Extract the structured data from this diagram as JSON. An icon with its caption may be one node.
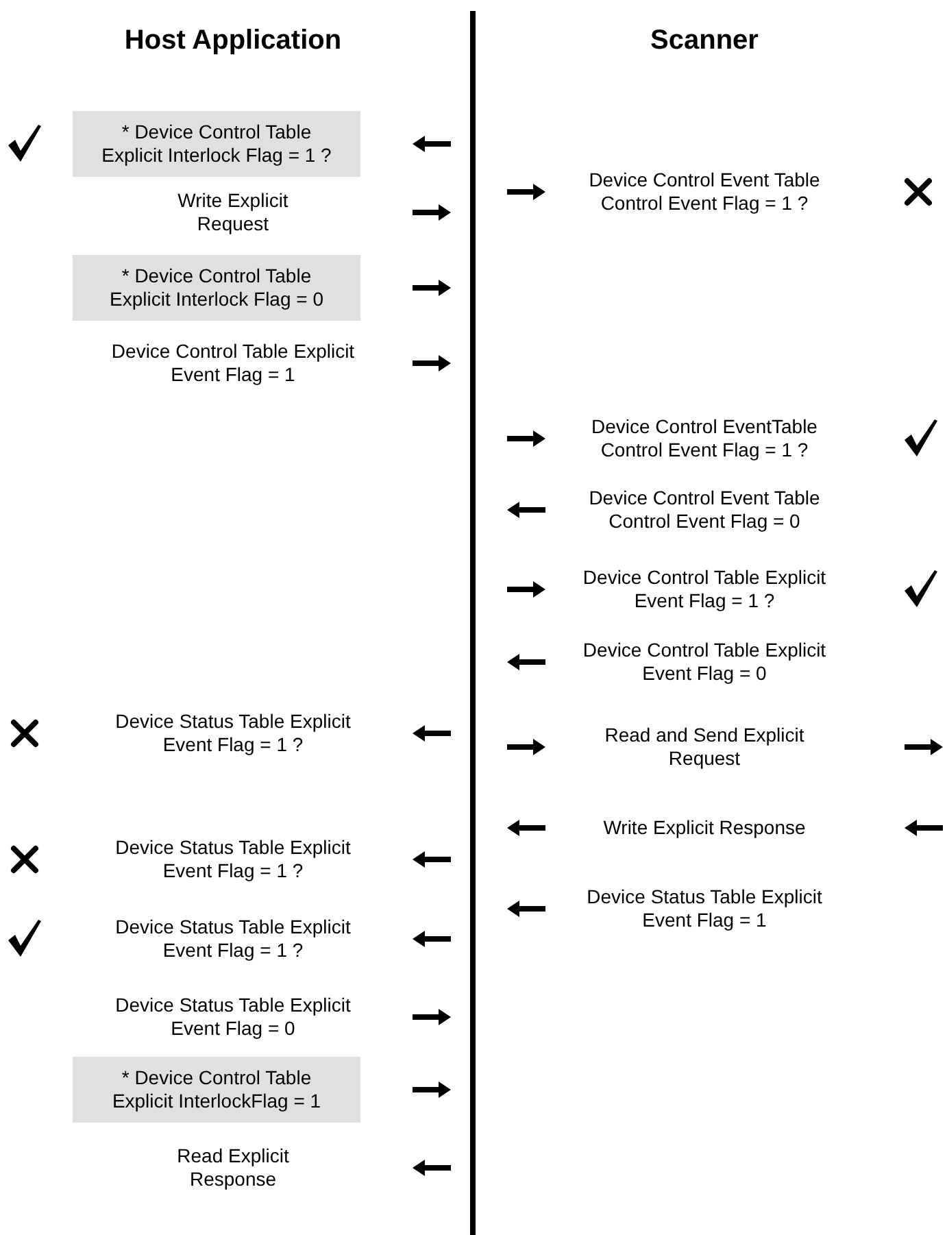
{
  "diagram": {
    "nodes": [
      {
        "text": [
          "* Device Control Table Explicit Interlock Flag = 1 ?"
        ]
      },
      {
        "text": [
          "* Device Control Table Explicit Interlock Flag = 0"
        ]
      },
      {
        "text": [
          "* Device Control Table Explicit InterlockFlag = 1"
        ]
      }
    ],
    "labels": [
      "Host Application",
      "Scanner",
      "Device Control Event Table Control Event Flag = 1 ?",
      "Write Explicit Request",
      "Device Control Table Explicit Event Flag = 1",
      "Device Control EventTable Control Event Flag = 1 ?",
      "Device Control Event Table Control Event Flag = 0",
      "Device Control Table Explicit Event Flag = 1 ?",
      "Device Control Table Explicit Event Flag = 0",
      "Device Status Table Explicit Event Flag = 1 ?",
      "Read and Send Explicit Request",
      "Write Explicit Response",
      "Device Status Table Explicit Event Flag = 1 ?",
      "Device Status Table Explicit Event Flag = 1",
      "Device Status Table Explicit Event Flag = 1 ?",
      "Device Status Table Explicit Event Flag = 0",
      "Read Explicit Response"
    ]
  }
}
